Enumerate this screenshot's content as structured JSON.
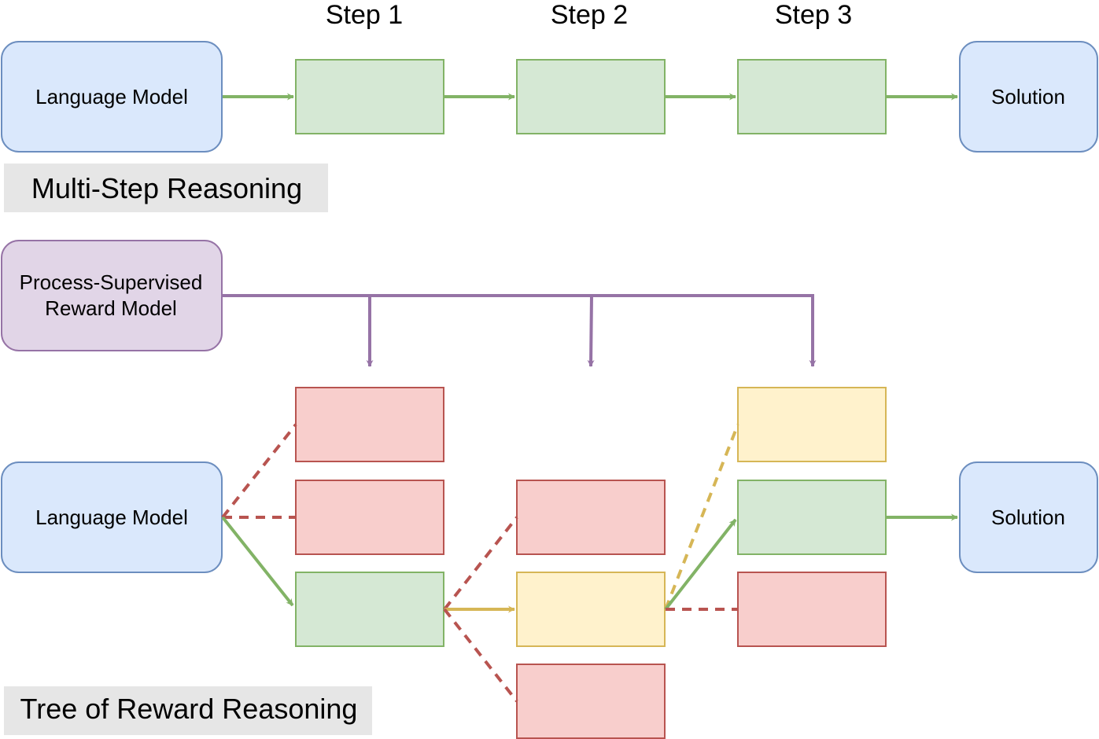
{
  "steps": {
    "step1": "Step 1",
    "step2": "Step 2",
    "step3": "Step 3"
  },
  "multi_step": {
    "language_model": "Language Model",
    "solution": "Solution",
    "caption": "Multi-Step Reasoning"
  },
  "tree": {
    "reward_model_line1": "Process-Supervised",
    "reward_model_line2": "Reward Model",
    "language_model": "Language Model",
    "solution": "Solution",
    "caption": "Tree of Reward Reasoning"
  },
  "colors": {
    "blue_fill": "#dae8fc",
    "blue_stroke": "#6c8ebf",
    "green_fill": "#d5e8d4",
    "green_stroke": "#82b366",
    "red_fill": "#f8cecc",
    "red_stroke": "#b85450",
    "yellow_fill": "#fff2cc",
    "yellow_stroke": "#d6b656",
    "purple_fill": "#e1d5e7",
    "purple_stroke": "#9673a6",
    "caption_bg": "#e6e6e6"
  }
}
